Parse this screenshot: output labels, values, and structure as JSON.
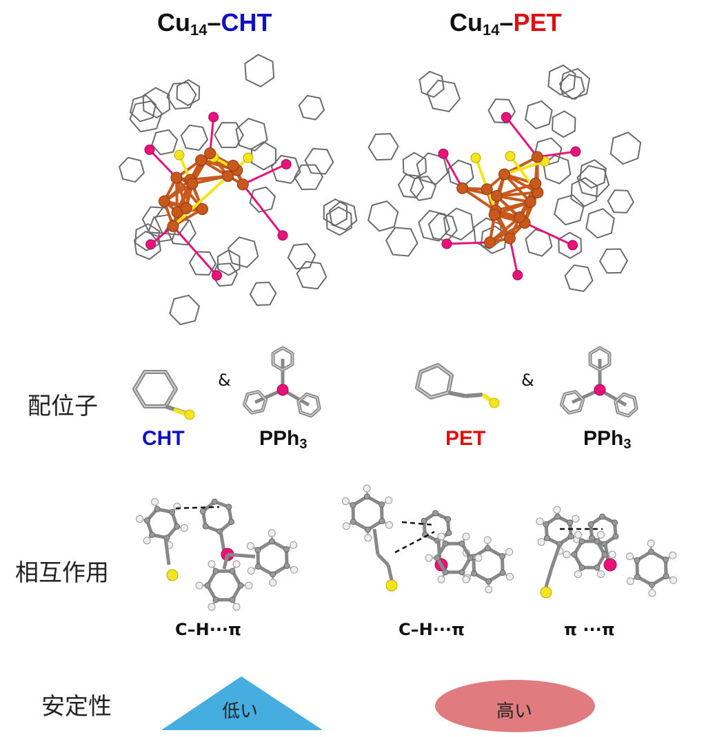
{
  "titles": {
    "left": {
      "main": "Cu",
      "sub": "14",
      "dash": "–",
      "ligand": "CHT",
      "ligand_color": "#1010c8"
    },
    "right": {
      "main": "Cu",
      "sub": "14",
      "dash": "–",
      "ligand": "PET",
      "ligand_color": "#e01010"
    }
  },
  "row_labels": {
    "ligand": "配位子",
    "interaction": "相互作用",
    "stability": "安定性"
  },
  "ligands": {
    "left_thiol": {
      "label": "CHT",
      "color": "#1010c8"
    },
    "left_phosphine": {
      "main": "PPh",
      "sub": "3"
    },
    "right_thiol": {
      "label": "PET",
      "color": "#e01010"
    },
    "right_phosphine": {
      "main": "PPh",
      "sub": "3"
    },
    "ampersand": "&"
  },
  "interactions": {
    "left": "C–H···π",
    "middle": "C–H···π",
    "right": "π ···π"
  },
  "stability": {
    "low_label": "低い",
    "low_color": "#45ade0",
    "high_label": "高い",
    "high_color": "#e07b80"
  },
  "colors": {
    "copper": "#c8581c",
    "sulfur": "#f4e41c",
    "phosphorus": "#e8127a",
    "carbon_stick": "#555555",
    "hydrogen": "#e8e8e8"
  }
}
